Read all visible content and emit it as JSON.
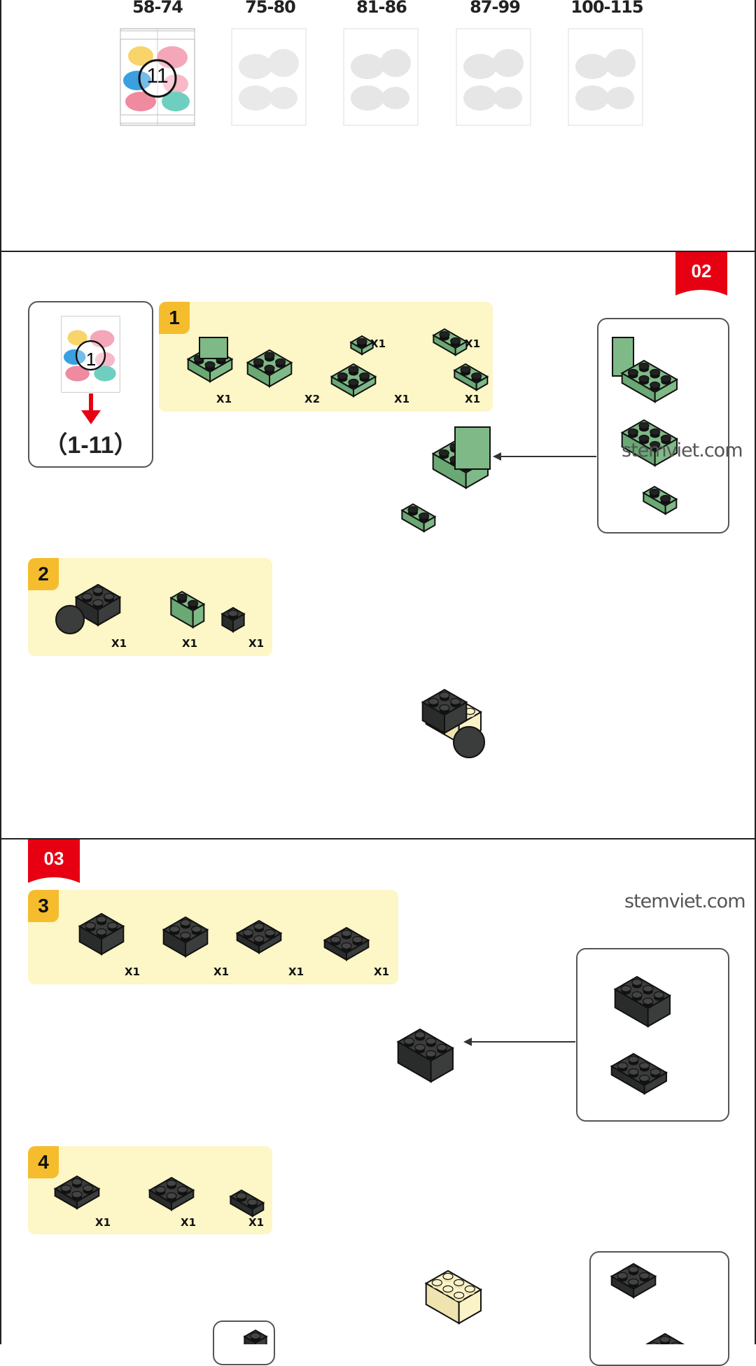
{
  "bag_overview": {
    "ranges": [
      "58-74",
      "75-80",
      "81-86",
      "87-99",
      "100-115"
    ],
    "current_bag_number": "11"
  },
  "page_02": {
    "page_badge": "02",
    "bag_box": {
      "bag_number": "1",
      "range_label": "（1-11）"
    },
    "step1": {
      "number": "1",
      "quantities": [
        "X1",
        "X2",
        "X1",
        "X1",
        "X1",
        "X1"
      ]
    },
    "step2": {
      "number": "2",
      "quantities": [
        "X1",
        "X1",
        "X1"
      ]
    },
    "watermark": "stemviet.com"
  },
  "page_03": {
    "page_badge": "03",
    "step3": {
      "number": "3",
      "quantities": [
        "X1",
        "X1",
        "X1",
        "X1"
      ]
    },
    "step4": {
      "number": "4",
      "quantities": [
        "X1",
        "X1",
        "X1"
      ]
    },
    "watermark": "stemviet.com"
  },
  "colors": {
    "badge_red": "#e60012",
    "step_tab": "#f5bd2d",
    "panel": "#fdf6c6",
    "green_brick": "#7fb987",
    "dark_brick": "#3a3d3b",
    "ghost_brick": "#fbf3c8"
  }
}
